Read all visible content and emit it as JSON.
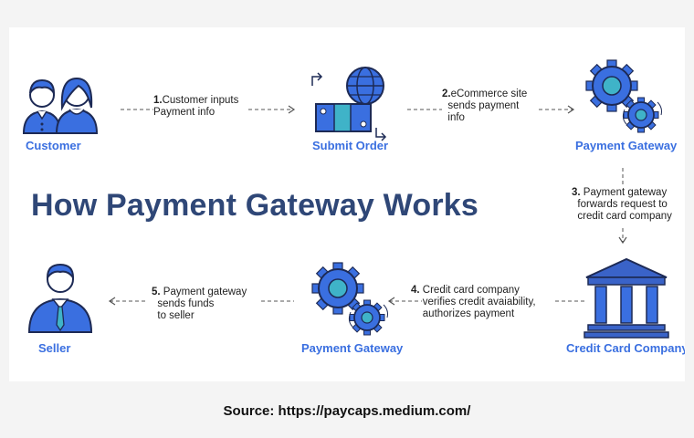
{
  "diagram": {
    "title": "How Payment Gateway Works",
    "nodes": {
      "customer": "Customer",
      "submit_order": "Submit Order",
      "payment_gateway_top": "Payment Gateway",
      "credit_card_company": "Credit Card Company",
      "payment_gateway_bottom": "Payment Gateway",
      "seller": "Seller"
    },
    "steps": [
      {
        "num": "1.",
        "text": "Customer inputs\nPayment info"
      },
      {
        "num": "2.",
        "text": "eCommerce site\n  sends payment\n  info"
      },
      {
        "num": "3.",
        "text": " Payment gateway\n  forwards request to\n  credit card company"
      },
      {
        "num": "4.",
        "text": " Credit card company\n    verifies credit avaiability,\n    authorizes payment"
      },
      {
        "num": "5.",
        "text": " Payment gateway\n  sends funds\n  to seller"
      }
    ],
    "colors": {
      "accent": "#3a6fe0",
      "title": "#2f4777",
      "teal": "#3fb3c8",
      "bank": "#3a63c8"
    }
  },
  "source": "Source: https://paycaps.medium.com/"
}
